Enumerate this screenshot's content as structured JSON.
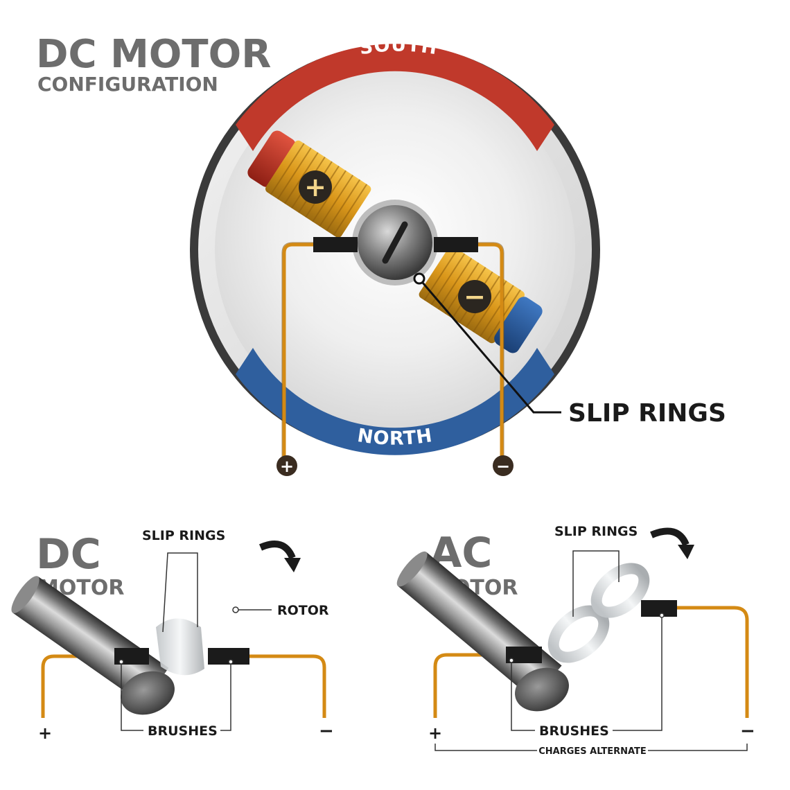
{
  "header": {
    "title": "DC MOTOR",
    "subtitle": "CONFIGURATION"
  },
  "main_diagram": {
    "pole_top": "SOUTH",
    "pole_bottom": "NORTH",
    "callout": "SLIP RINGS",
    "coil_positive_symbol": "+",
    "coil_negative_symbol": "−",
    "terminal_positive": "+",
    "terminal_negative": "−"
  },
  "dc_panel": {
    "title_line1": "DC",
    "title_line2": "MOTOR",
    "slip_rings_label": "SLIP RINGS",
    "rotor_label": "ROTOR",
    "brushes_label": "BRUSHES",
    "terminal_positive": "+",
    "terminal_negative": "−"
  },
  "ac_panel": {
    "title_line1": "AC",
    "title_line2": "MOTOR",
    "slip_rings_label": "SLIP RINGS",
    "brushes_label": "BRUSHES",
    "terminal_positive": "+",
    "terminal_negative": "−",
    "charges_note": "CHARGES ALTERNATE"
  },
  "colors": {
    "south": "#c0392b",
    "north": "#2f5f9e",
    "copper": "#e0a21f",
    "wire": "#d48a14",
    "steel": "#8a8a8a",
    "title_gray": "#6d6d6d"
  }
}
